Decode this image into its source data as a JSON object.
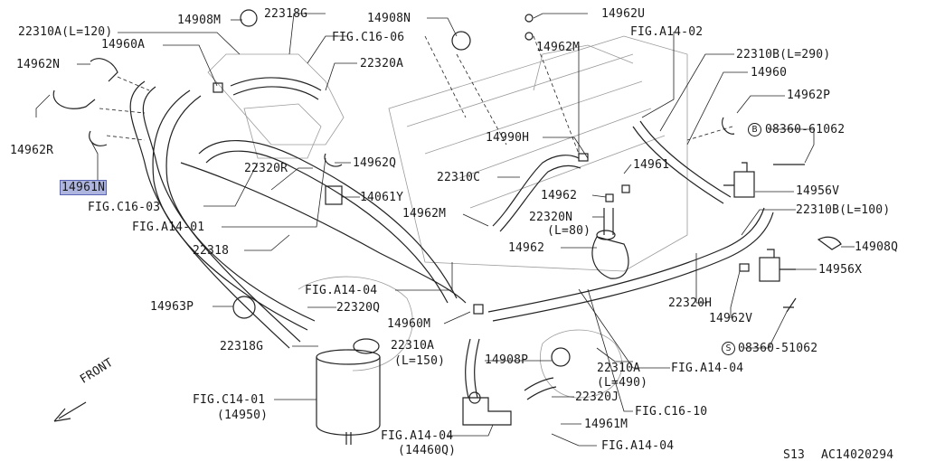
{
  "highlight_color": "#aeb6e0",
  "callouts": [
    {
      "id": "c01",
      "text": "22310A(L=120)"
    },
    {
      "id": "c02",
      "text": "14908M"
    },
    {
      "id": "c03",
      "text": "22318G"
    },
    {
      "id": "c04",
      "text": "14908N"
    },
    {
      "id": "c05",
      "text": "14962U"
    },
    {
      "id": "c06",
      "text": "14960A"
    },
    {
      "id": "c07",
      "text": "FIG.C16-06"
    },
    {
      "id": "c08",
      "text": "14962M"
    },
    {
      "id": "c09",
      "text": "FIG.A14-02"
    },
    {
      "id": "c10",
      "text": "14962N"
    },
    {
      "id": "c11",
      "text": "22320A"
    },
    {
      "id": "c12",
      "text": "22310B(L=290)"
    },
    {
      "id": "c13",
      "text": "14960"
    },
    {
      "id": "c14",
      "text": "14962P"
    },
    {
      "id": "c15",
      "text": "08360-61062"
    },
    {
      "id": "c16",
      "text": "14962R"
    },
    {
      "id": "c17",
      "text": "14990H"
    },
    {
      "id": "c18",
      "text": "14962Q"
    },
    {
      "id": "c19",
      "text": "14961"
    },
    {
      "id": "c20",
      "text": "14961N",
      "highlight": true
    },
    {
      "id": "c21",
      "text": "22320R"
    },
    {
      "id": "c22",
      "text": "22310C"
    },
    {
      "id": "c23",
      "text": "14962"
    },
    {
      "id": "c24",
      "text": "14956V"
    },
    {
      "id": "c25",
      "text": "FIG.C16-03"
    },
    {
      "id": "c26",
      "text": "14061Y"
    },
    {
      "id": "c27",
      "text": "14962M"
    },
    {
      "id": "c28",
      "text": "22320N"
    },
    {
      "id": "c29",
      "text": "22310B(L=100)"
    },
    {
      "id": "c30",
      "text": "FIG.A14-01"
    },
    {
      "id": "c31",
      "text": "(L=80)"
    },
    {
      "id": "c32",
      "text": "14962"
    },
    {
      "id": "c33",
      "text": "14908Q"
    },
    {
      "id": "c34",
      "text": "22318"
    },
    {
      "id": "c35",
      "text": "14956X"
    },
    {
      "id": "c36",
      "text": "FIG.A14-04"
    },
    {
      "id": "c37",
      "text": "14963P"
    },
    {
      "id": "c38",
      "text": "22320Q"
    },
    {
      "id": "c39",
      "text": "22320H"
    },
    {
      "id": "c40",
      "text": "14960M"
    },
    {
      "id": "c41",
      "text": "14962V"
    },
    {
      "id": "c42",
      "text": "22318G"
    },
    {
      "id": "c43",
      "text": "22310A"
    },
    {
      "id": "c44",
      "text": "08360-51062"
    },
    {
      "id": "c45",
      "text": "(L=150)"
    },
    {
      "id": "c46",
      "text": "14908P"
    },
    {
      "id": "c47",
      "text": "22310A"
    },
    {
      "id": "c48",
      "text": "(L=490)"
    },
    {
      "id": "c49",
      "text": "FIG.A14-04"
    },
    {
      "id": "c50",
      "text": "22320J"
    },
    {
      "id": "c51",
      "text": "FIG.C14-01"
    },
    {
      "id": "c52",
      "text": "(14950)"
    },
    {
      "id": "c53",
      "text": "FIG.C16-10"
    },
    {
      "id": "c54",
      "text": "14961M"
    },
    {
      "id": "c55",
      "text": "FIG.A14-04"
    },
    {
      "id": "c56",
      "text": "(14460Q)"
    },
    {
      "id": "c57",
      "text": "FIG.A14-04"
    }
  ],
  "bolt_markers": {
    "b": "B",
    "s": "S"
  },
  "front_label": "FRONT",
  "footer": {
    "page": "S13",
    "code": "AC14020294"
  }
}
